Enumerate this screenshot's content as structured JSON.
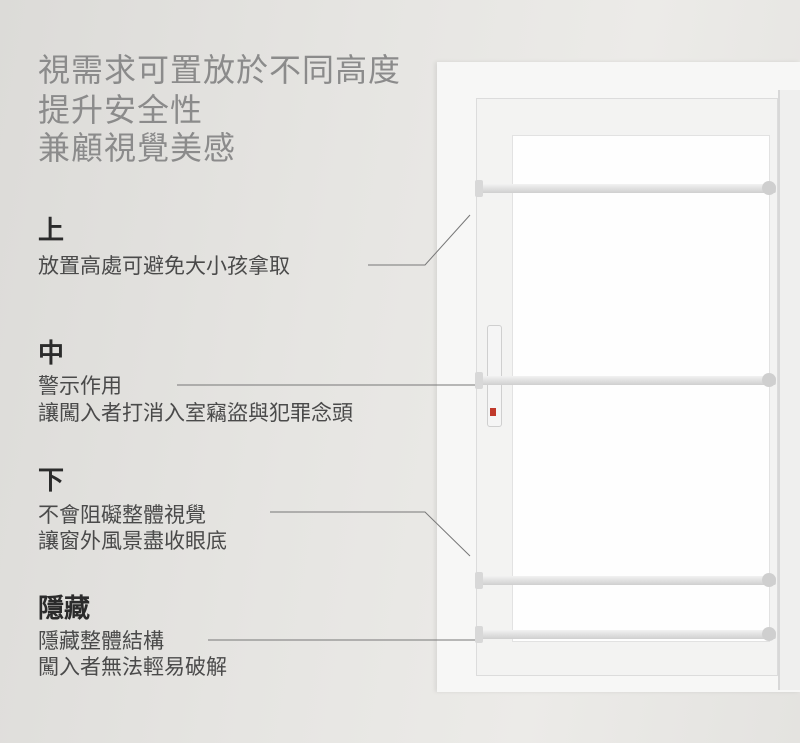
{
  "headline": [
    "視需求可置放於不同高度",
    "提升安全性",
    "兼顧視覺美感"
  ],
  "sections": [
    {
      "heading": "上",
      "lines": [
        "放置高處可避免大小孩拿取"
      ]
    },
    {
      "heading": "中",
      "lines": [
        "警示作用",
        "讓闖入者打消入室竊盜與犯罪念頭"
      ]
    },
    {
      "heading": "下",
      "lines": [
        "不會阻礙整體視覺",
        "讓窗外風景盡收眼底"
      ]
    },
    {
      "heading": "隱藏",
      "lines": [
        "隱藏整體結構",
        "闖入者無法輕易破解"
      ]
    }
  ]
}
